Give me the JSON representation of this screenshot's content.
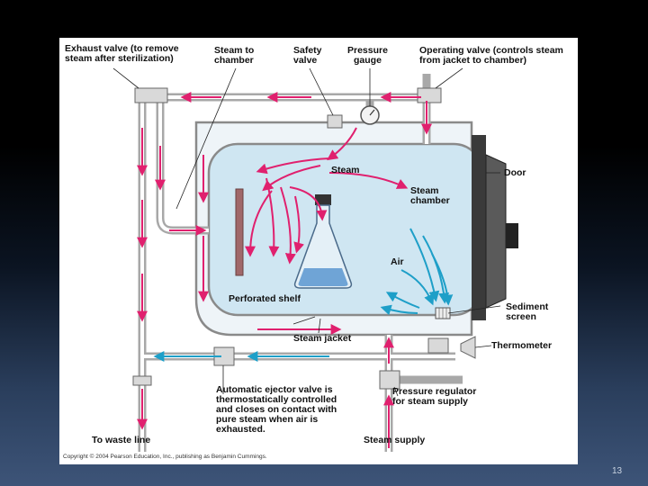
{
  "labels": {
    "exhaust_valve": [
      "Exhaust valve (to remove",
      "steam after sterilization)"
    ],
    "steam_to_chamber": [
      "Steam to",
      "chamber"
    ],
    "safety_valve": [
      "Safety",
      "valve"
    ],
    "pressure_gauge": [
      "Pressure",
      "gauge"
    ],
    "operating_valve": [
      "Operating valve (controls steam",
      "from jacket to chamber)"
    ],
    "steam": "Steam",
    "door": "Door",
    "steam_chamber": [
      "Steam",
      "chamber"
    ],
    "air": "Air",
    "perforated_shelf": "Perforated shelf",
    "sediment_screen": [
      "Sediment",
      "screen"
    ],
    "steam_jacket": "Steam jacket",
    "thermometer": "Thermometer",
    "ejector_valve": [
      "Automatic ejector valve is",
      "thermostatically controlled",
      "and closes on contact with",
      "pure steam when air is",
      "exhausted."
    ],
    "pressure_regulator": [
      "Pressure regulator",
      "for steam supply"
    ],
    "waste_line": "To waste line",
    "steam_supply": "Steam supply"
  },
  "copyright": "Copyright © 2004 Pearson Education, Inc., publishing as Benjamin Cummings.",
  "slide_number": "13",
  "colors": {
    "steam_arrow": "#e0206e",
    "air_arrow": "#1e9fc8",
    "chamber_fill": "#cfe6f2",
    "pipe": "#b8b8b8",
    "door": "#3a3a3a",
    "shelf": "#a0686a"
  }
}
